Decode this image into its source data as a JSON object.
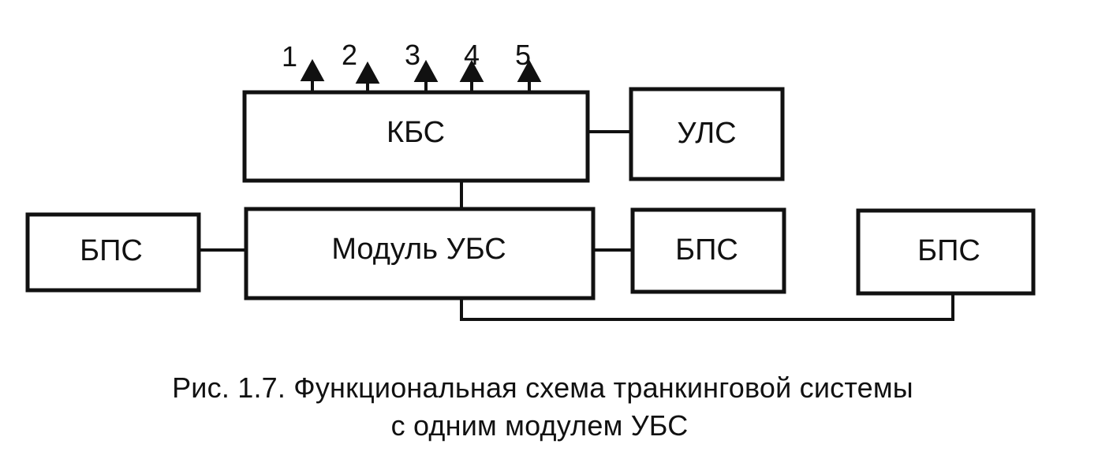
{
  "diagram": {
    "blocks": {
      "kbs": "КБС",
      "uls": "УЛС",
      "module_ubs": "Модуль УБС",
      "bps_left": "БПС",
      "bps_middle": "БПС",
      "bps_right": "БПС"
    },
    "ports": [
      "1",
      "2",
      "3",
      "4",
      "5"
    ]
  },
  "caption": {
    "line1": "Рис. 1.7. Функциональная схема транкинговой системы",
    "line2": "с одним модулем УБС"
  }
}
